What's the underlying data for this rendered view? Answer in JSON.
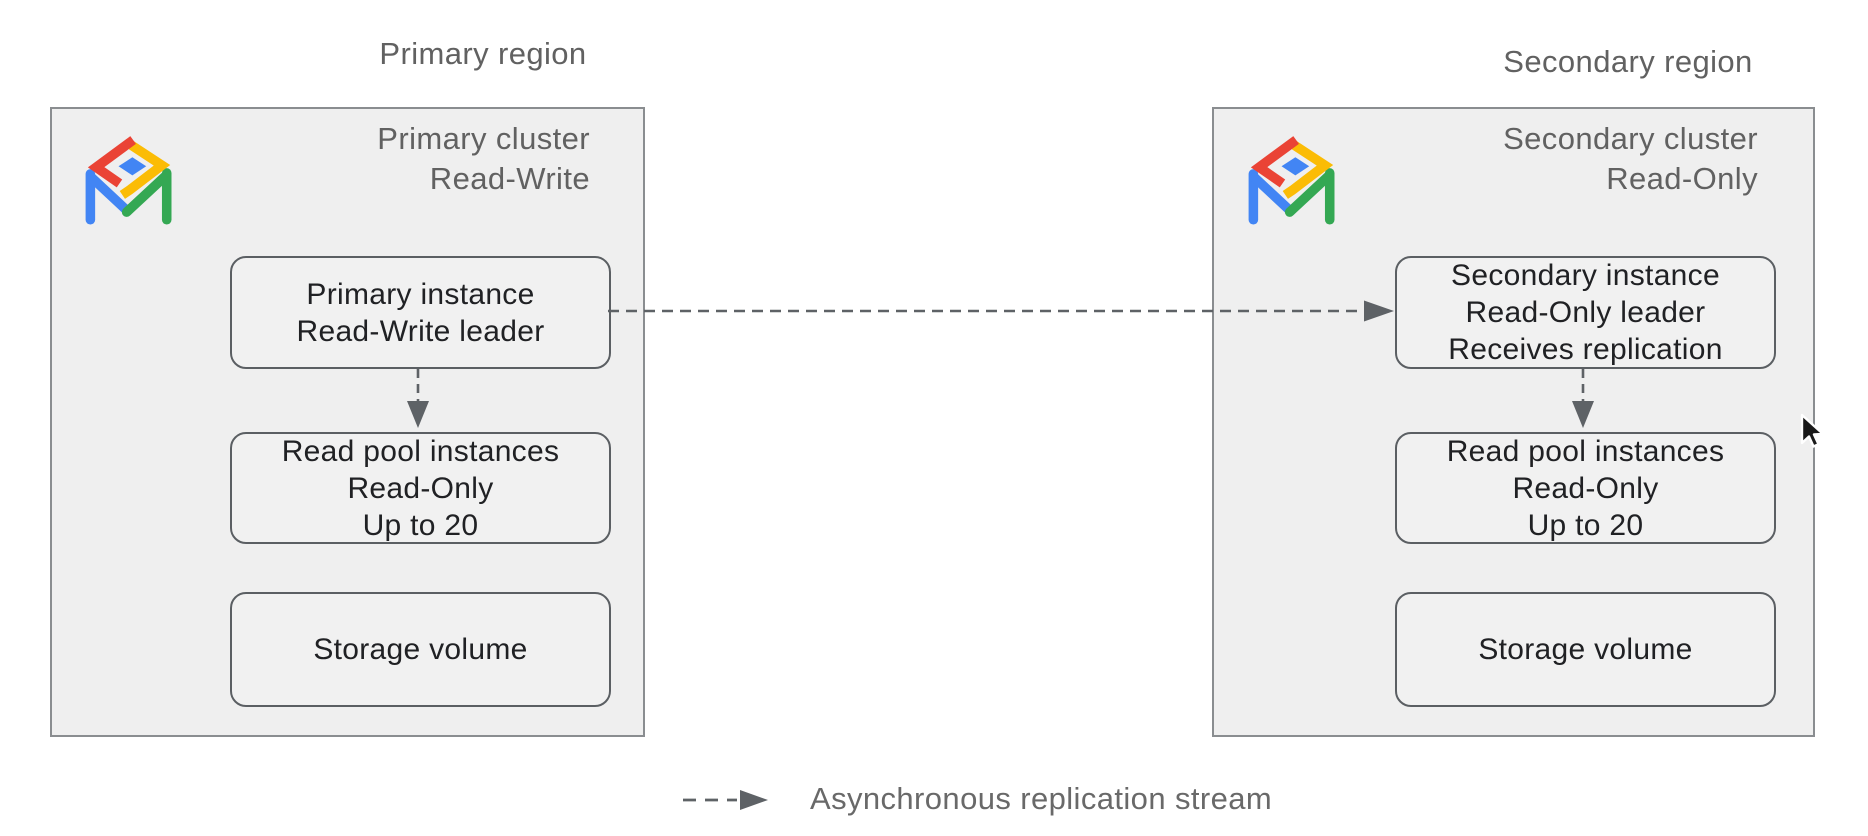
{
  "regions": {
    "primary": {
      "label": "Primary region",
      "cluster_title": "Primary cluster\nRead-Write",
      "boxes": {
        "instance": "Primary instance\nRead-Write leader",
        "read_pool": "Read pool instances\nRead-Only\nUp to 20",
        "storage": "Storage volume"
      }
    },
    "secondary": {
      "label": "Secondary region",
      "cluster_title": "Secondary cluster\nRead-Only",
      "boxes": {
        "instance": "Secondary instance\nRead-Only leader\nReceives replication",
        "read_pool": "Read pool instances\nRead-Only\nUp to 20",
        "storage": "Storage volume"
      }
    }
  },
  "legend": {
    "replication_label": "Asynchronous replication stream"
  },
  "icons": {
    "cluster_logo": "alloydb-cluster-icon",
    "legend_arrow": "dashed-arrow-icon",
    "cursor": "mouse-pointer-icon"
  },
  "colors": {
    "logo_red": "#EA4335",
    "logo_yellow": "#FBBC05",
    "logo_green": "#34A853",
    "logo_blue": "#4285F4",
    "container_fill": "#EFEFEF",
    "container_border": "#8A8D90",
    "node_fill": "#F1F1F1",
    "node_border": "#5B5F63",
    "arrow_gray": "#5E6266",
    "label_gray": "#616161",
    "node_text": "#202124"
  }
}
